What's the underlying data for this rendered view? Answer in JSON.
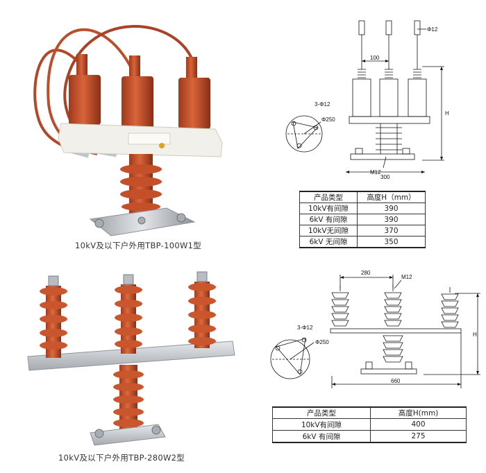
{
  "product1": {
    "caption": "10kV及以下户外用TBP-100W1型",
    "drawing": {
      "dim_spacing": "100",
      "dim_width": "300",
      "dim_height": "H",
      "dim_bolt": "M12",
      "dim_hole": "Φ12",
      "dim_holes": "3-Φ12",
      "dim_circle": "Φ250"
    },
    "table": {
      "header": [
        "产品类型",
        "高度H（mm）"
      ],
      "rows": [
        [
          "10kV有间隙",
          "390"
        ],
        [
          "6kV 有间隙",
          "390"
        ],
        [
          "10kV无间隙",
          "370"
        ],
        [
          "6kV 无间隙",
          "350"
        ]
      ]
    }
  },
  "product2": {
    "caption": "10kV及以下户外用TBP-280W2型",
    "drawing": {
      "dim_spacing": "280",
      "dim_width": "660",
      "dim_height": "H",
      "dim_bolt": "M12",
      "dim_holes": "3-Φ12",
      "dim_circle": "Φ250"
    },
    "table": {
      "header": [
        "产品类型",
        "高度H(mm)"
      ],
      "rows": [
        [
          "10kV有间隙",
          "400"
        ],
        [
          "6kV 有间隙",
          "275"
        ]
      ]
    }
  },
  "colors": {
    "insulator": "#c5502a",
    "insulator_dark": "#8e3219",
    "base_plate": "#c9ccd0",
    "housing": "#f3f1ea"
  }
}
